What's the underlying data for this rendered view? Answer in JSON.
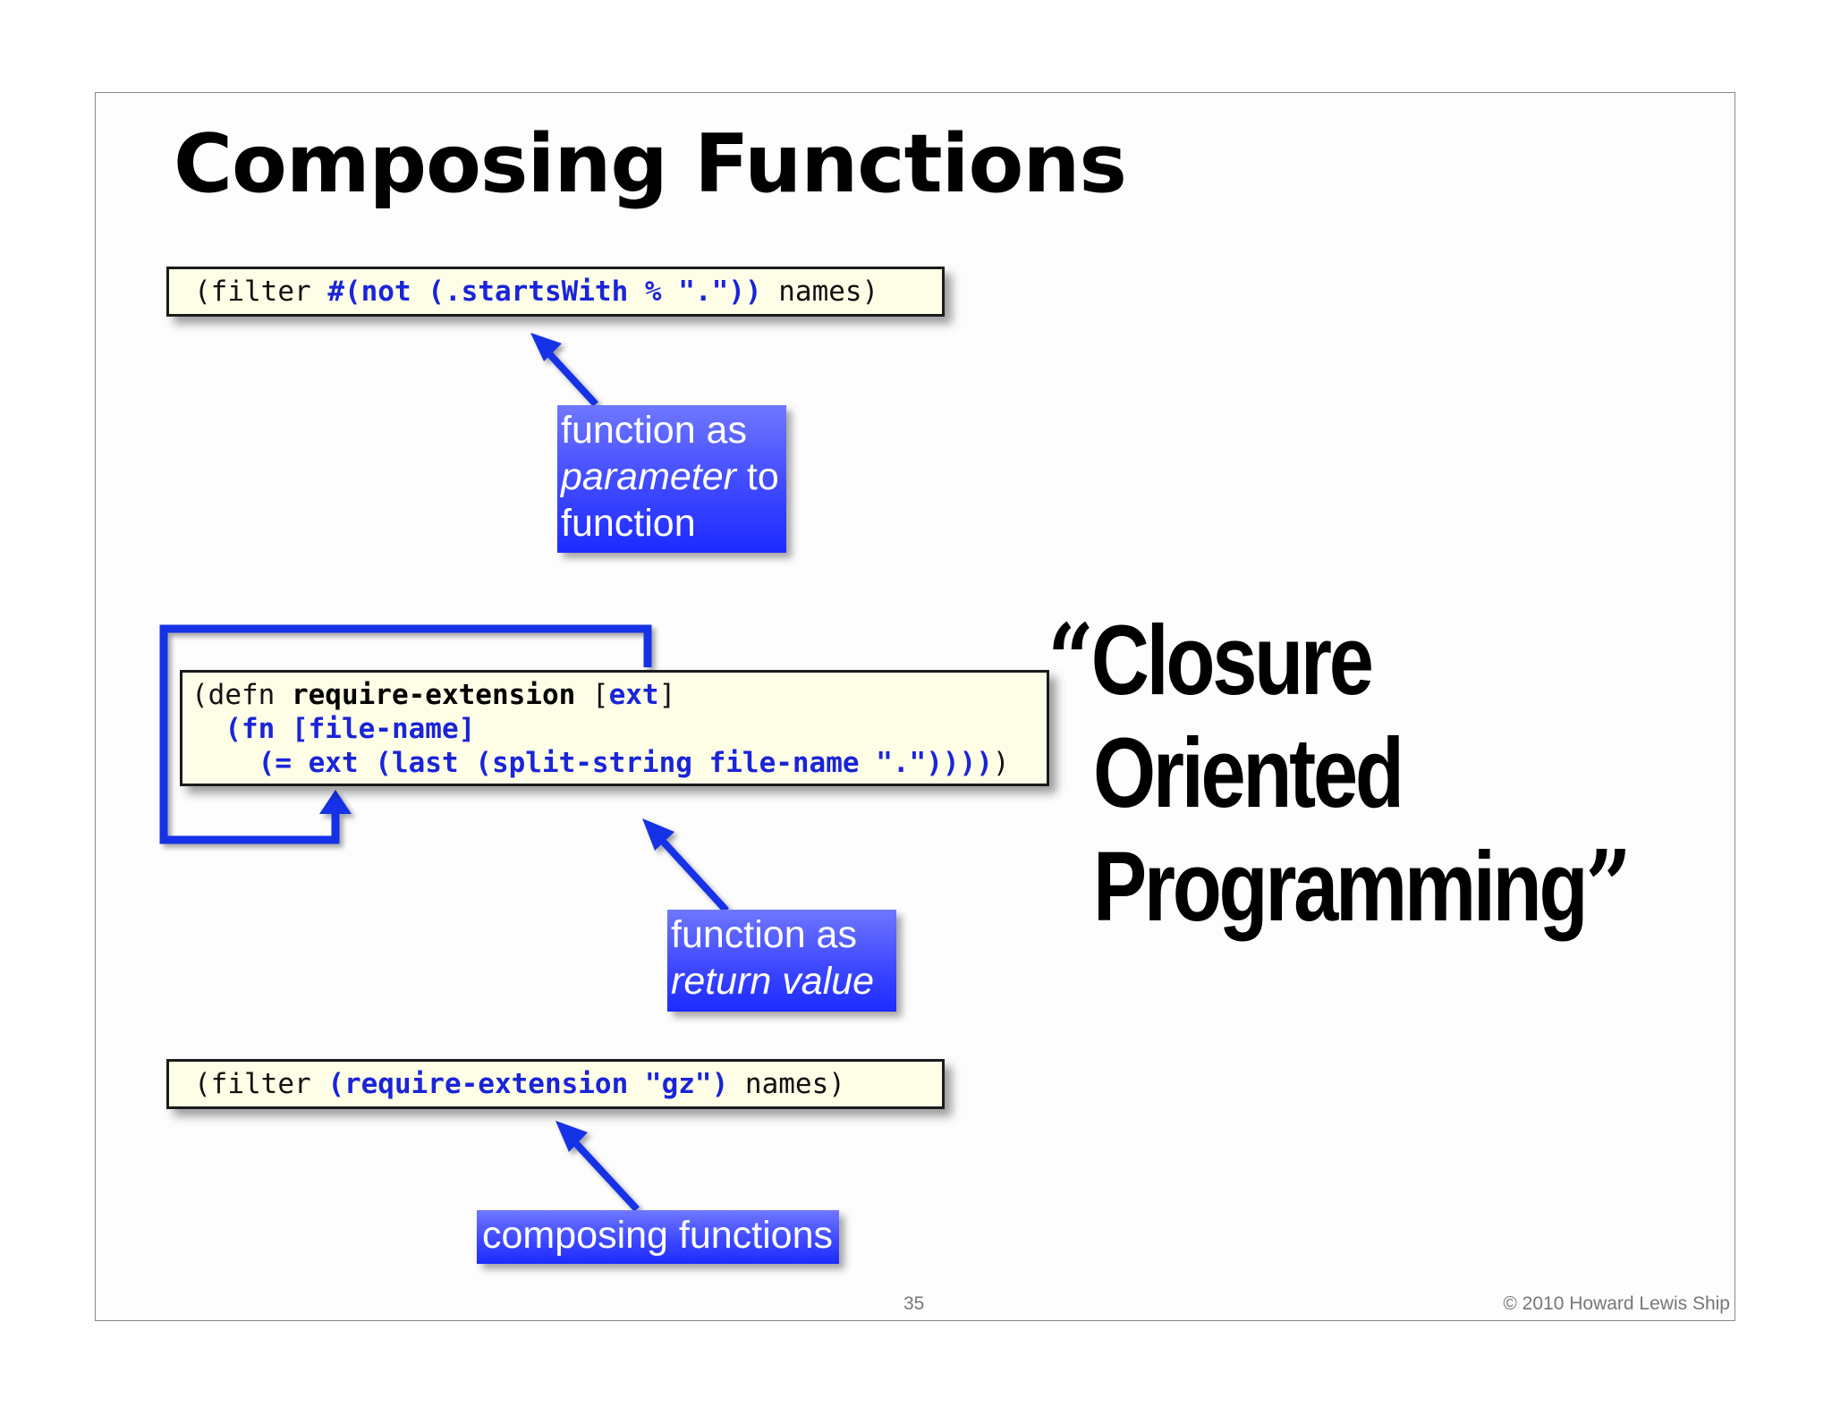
{
  "slide": {
    "title": "Composing Functions",
    "code_blocks": [
      {
        "id": "filter-anon",
        "lines": [
          [
            {
              "text": "(filter ",
              "style": "plain"
            },
            {
              "text": "#(not (.startsWith % \".\"))",
              "style": "blue"
            },
            {
              "text": " names)",
              "style": "plain"
            }
          ]
        ]
      },
      {
        "id": "defn",
        "lines": [
          [
            {
              "text": "(defn ",
              "style": "plain"
            },
            {
              "text": "require-extension",
              "style": "black-bold"
            },
            {
              "text": " [",
              "style": "plain"
            },
            {
              "text": "ext",
              "style": "blue"
            },
            {
              "text": "]",
              "style": "plain"
            }
          ],
          [
            {
              "text": "  ",
              "style": "plain"
            },
            {
              "text": "(fn [file-name]",
              "style": "blue"
            }
          ],
          [
            {
              "text": "    ",
              "style": "plain"
            },
            {
              "text": "(= ext (last (split-string file-name \".\"))))",
              "style": "blue"
            },
            {
              "text": ")",
              "style": "plain"
            }
          ]
        ]
      },
      {
        "id": "filter-compose",
        "lines": [
          [
            {
              "text": "(filter ",
              "style": "plain"
            },
            {
              "text": "(require-extension \"gz\")",
              "style": "blue"
            },
            {
              "text": " names)",
              "style": "plain"
            }
          ]
        ]
      }
    ],
    "callouts": {
      "parameter": {
        "line1": "function as",
        "line2_em": "parameter",
        "line2_rest": " to",
        "line3": "function"
      },
      "return": {
        "line1": "function as",
        "line2_em": "return value"
      },
      "composing": {
        "line1": "composing functions"
      }
    },
    "quote": {
      "open_mark": "“",
      "line1": "Closure",
      "line2": "Oriented",
      "line3": "Programming",
      "close_mark": "”"
    },
    "footer": {
      "page_number": "35",
      "copyright": "© 2010 Howard Lewis Ship"
    },
    "colors": {
      "accent_blue": "#1a24d8",
      "callout_blue": "#3f49ff",
      "arrow_blue": "#1432e6",
      "code_background": "#fefde6"
    }
  }
}
